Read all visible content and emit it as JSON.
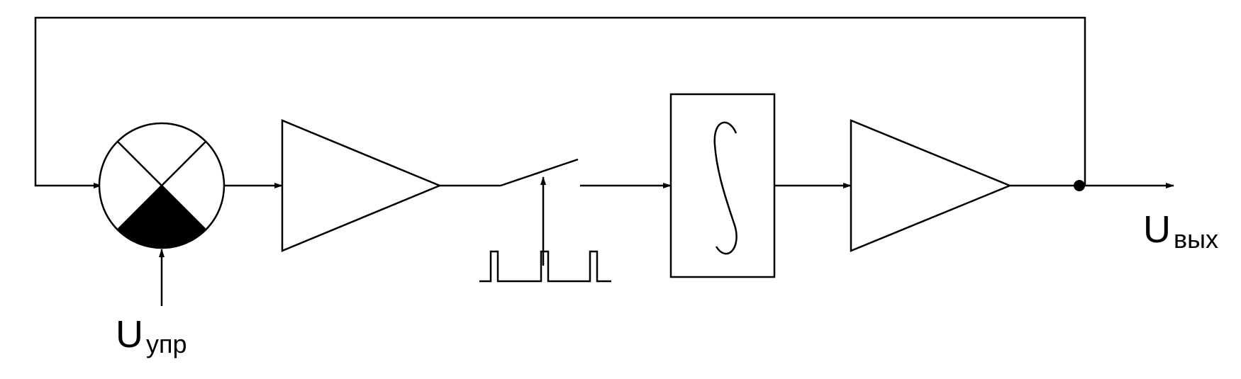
{
  "diagram": {
    "input_label": {
      "main": "U",
      "subscript": "упр"
    },
    "output_label": {
      "main": "U",
      "subscript": "вых"
    },
    "integrator_symbol": "∫",
    "colors": {
      "stroke": "#000000",
      "background": "#ffffff"
    }
  }
}
